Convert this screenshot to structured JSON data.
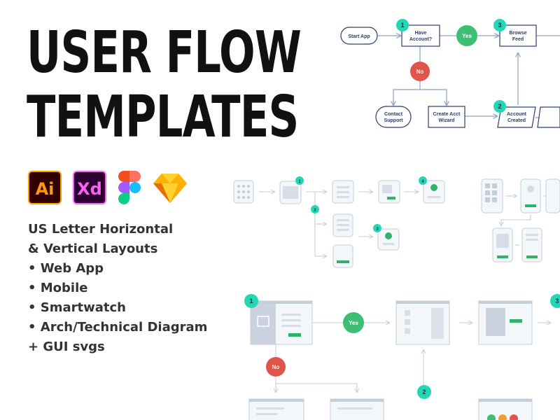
{
  "title": {
    "line1": "USER FLOW",
    "line2": "TEMPLATES"
  },
  "apps": [
    {
      "name": "adobe-illustrator-icon",
      "label": "Ai",
      "bg": "#300000",
      "fg": "#ff9a00"
    },
    {
      "name": "adobe-xd-icon",
      "label": "Xd",
      "bg": "#2b0030",
      "fg": "#ff61f6"
    },
    {
      "name": "figma-icon"
    },
    {
      "name": "sketch-icon"
    }
  ],
  "features": [
    "US Letter Horizontal",
    "& Vertical Layouts",
    "• Web App",
    "• Mobile",
    "• Smartwatch",
    "• Arch/Technical Diagram",
    "+ GUI svgs"
  ],
  "flow_main": {
    "start": "Start App",
    "have_account_1": "Have",
    "have_account_2": "Account?",
    "yes": "Yes",
    "no": "No",
    "browse_1": "Browse",
    "browse_2": "Feed",
    "contact_1": "Contact",
    "contact_2": "Support",
    "wizard_1": "Create Acct",
    "wizard_2": "Wizard",
    "created_1": "Account",
    "created_2": "Created"
  },
  "steps": {
    "s1": "1",
    "s2": "2",
    "s3": "3",
    "s4": "4"
  },
  "flow_web": {
    "yes": "Yes",
    "no": "No"
  },
  "colors": {
    "accent_teal": "#23d7b5",
    "yes_green": "#3cbf72",
    "no_red": "#e0544a",
    "navy": "#2b3f6c"
  }
}
